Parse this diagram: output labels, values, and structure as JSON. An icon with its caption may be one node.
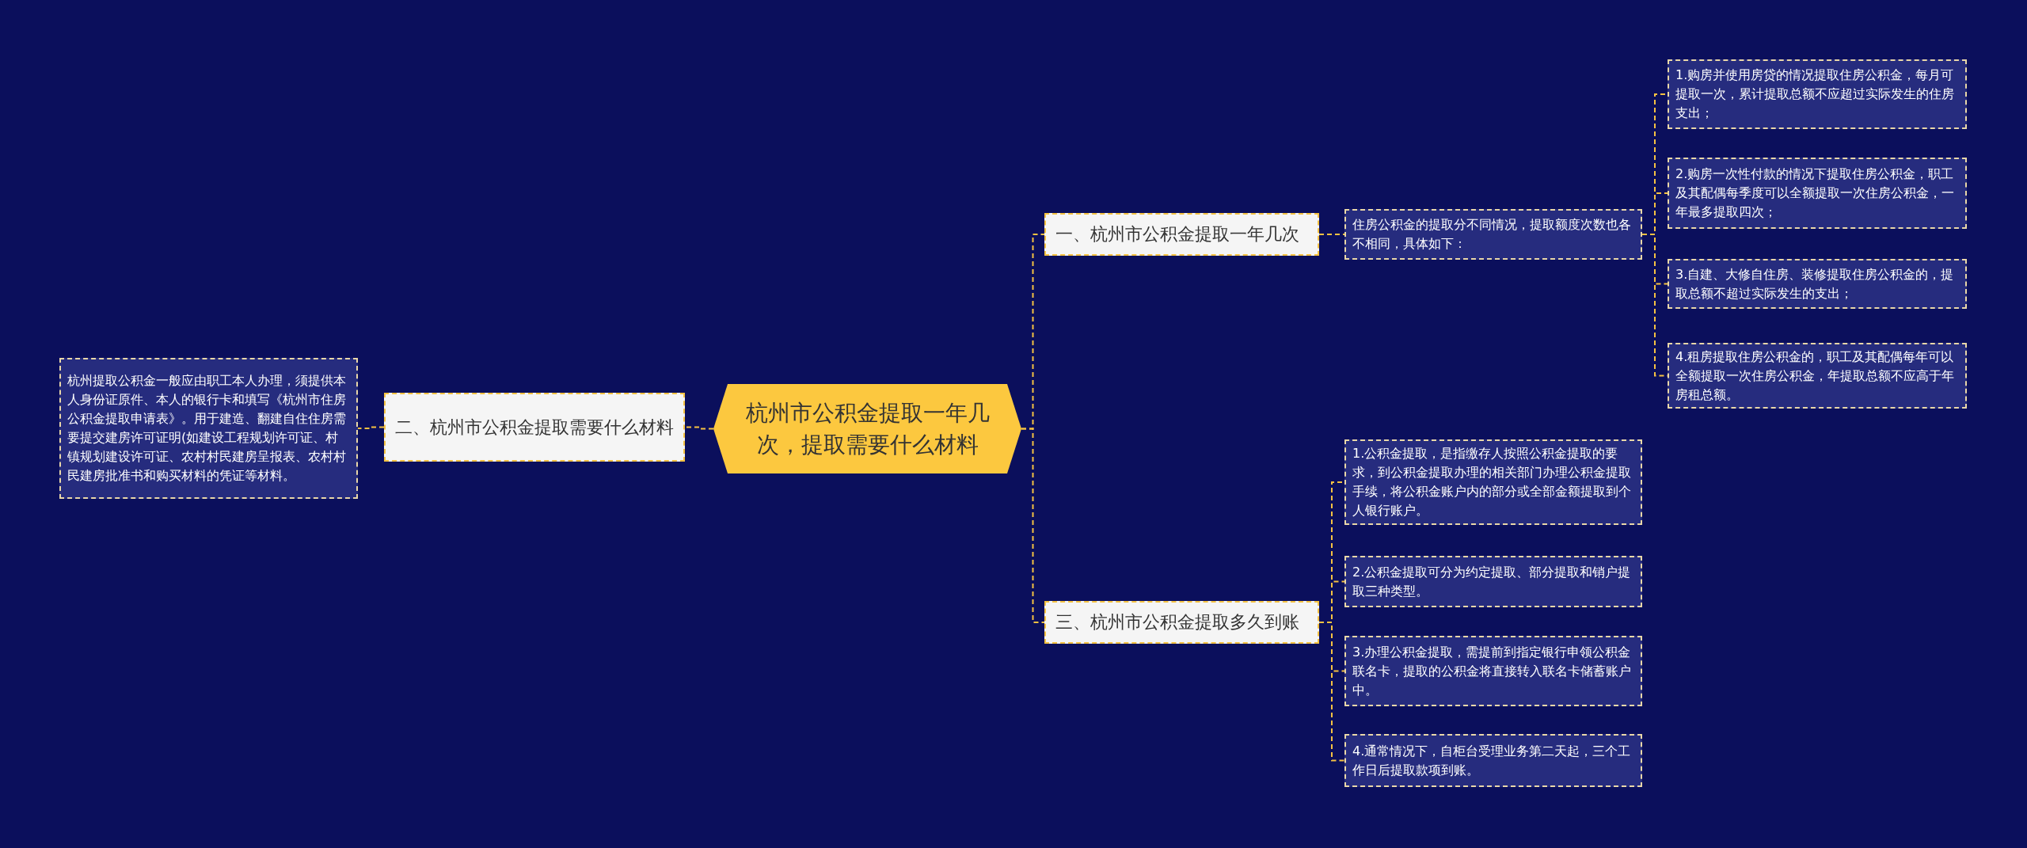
{
  "diagram": {
    "nodes": [
      {
        "text": [
          "杭州市公积金提取一年几次，提取需要什么材料"
        ]
      },
      {
        "text": [
          "一、杭州市公积金提取一年几次"
        ]
      },
      {
        "text": [
          "住房公积金的提取分不同情况，提取额度次数也各不相同，具体如下："
        ]
      },
      {
        "text": [
          "1.购房并使用房贷的情况提取住房公积金，每月可提取一次，累计提取总额不应超过实际发生的住房支出；"
        ]
      },
      {
        "text": [
          "2.购房一次性付款的情况下提取住房公积金，职工及其配偶每季度可以全额提取一次住房公积金，一年最多提取四次；"
        ]
      },
      {
        "text": [
          "3.自建、大修自住房、装修提取住房公积金的，提取总额不超过实际发生的支出；"
        ]
      },
      {
        "text": [
          "4.租房提取住房公积金的，职工及其配偶每年可以全额提取一次住房公积金，年提取总额不应高于年房租总额。"
        ]
      },
      {
        "text": [
          "二、杭州市公积金提取需要什么材料"
        ]
      },
      {
        "text": [
          "杭州提取公积金一般应由职工本人办理，须提供本人身份证原件、本人的银行卡和填写《杭州市住房公积金提取申请表》。用于建造、翻建自住住房需要提交建房许可证明(如建设工程规划许可证、村镇规划建设许可证、农村村民建房呈报表、农村村民建房批准书和购买材料的凭证等材料。"
        ]
      },
      {
        "text": [
          "三、杭州市公积金提取多久到账"
        ]
      },
      {
        "text": [
          "1.公积金提取，是指缴存人按照公积金提取的要求，到公积金提取办理的相关部门办理公积金提取手续，将公积金账户内的部分或全部金额提取到个人银行账户。"
        ]
      },
      {
        "text": [
          "2.公积金提取可分为约定提取、部分提取和销户提取三种类型。"
        ]
      },
      {
        "text": [
          "3.办理公积金提取，需提前到指定银行申领公积金联名卡，提取的公积金将直接转入联名卡储蓄账户中。"
        ]
      },
      {
        "text": [
          "4.通常情况下，自柜台受理业务第二天起，三个工作日后提取款项到账。"
        ]
      }
    ],
    "edges": [
      {
        "from": 0,
        "to": 1,
        "arrow": "none"
      },
      {
        "from": 1,
        "to": 2,
        "arrow": "none"
      },
      {
        "from": 2,
        "to": 3,
        "arrow": "none"
      },
      {
        "from": 2,
        "to": 4,
        "arrow": "none"
      },
      {
        "from": 2,
        "to": 5,
        "arrow": "none"
      },
      {
        "from": 2,
        "to": 6,
        "arrow": "none"
      },
      {
        "from": 0,
        "to": 7,
        "arrow": "none"
      },
      {
        "from": 7,
        "to": 8,
        "arrow": "none"
      },
      {
        "from": 0,
        "to": 9,
        "arrow": "none"
      },
      {
        "from": 9,
        "to": 10,
        "arrow": "none"
      },
      {
        "from": 9,
        "to": 11,
        "arrow": "none"
      },
      {
        "from": 9,
        "to": 12,
        "arrow": "none"
      },
      {
        "from": 9,
        "to": 13,
        "arrow": "none"
      }
    ]
  }
}
